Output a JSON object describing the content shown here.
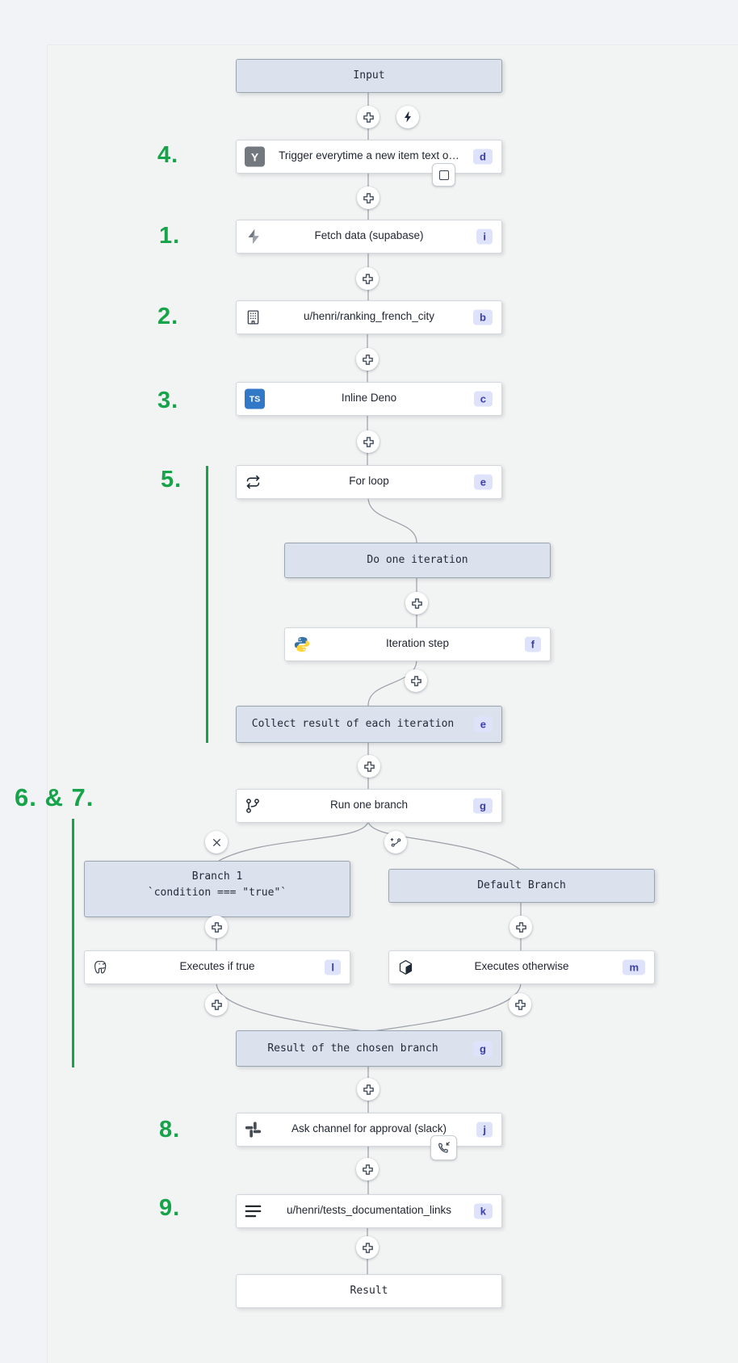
{
  "colors": {
    "accent_green": "#16a34a",
    "badge_bg": "#dee2fb",
    "badge_text": "#3b3fa8",
    "steel_fill": "#dce2ed",
    "typescript_blue": "#3178c6"
  },
  "annotations": {
    "step4": "4.",
    "step1": "1.",
    "step2": "2.",
    "step3": "3.",
    "step5": "5.",
    "step6_7": "6. & 7.",
    "step8": "8.",
    "step9": "9."
  },
  "flow": {
    "input_label": "Input",
    "result_label": "Result",
    "nodes": {
      "trigger": {
        "label": "Trigger everytime a new item text o…",
        "badge": "d",
        "icon_text": "Y"
      },
      "fetch": {
        "label": "Fetch data (supabase)",
        "badge": "i"
      },
      "ranking": {
        "label": "u/henri/ranking_french_city",
        "badge": "b"
      },
      "inline_deno": {
        "label": "Inline Deno",
        "badge": "c",
        "icon_text": "TS"
      },
      "for_loop": {
        "label": "For loop",
        "badge": "e"
      },
      "do_one_iteration": {
        "label": "Do one iteration"
      },
      "iteration_step": {
        "label": "Iteration step",
        "badge": "f"
      },
      "collect": {
        "label": "Collect result of each iteration",
        "badge": "e"
      },
      "run_one_branch": {
        "label": "Run one branch",
        "badge": "g"
      },
      "branch1": {
        "title": "Branch 1",
        "subtitle": "`condition === \"true\"`"
      },
      "default_branch": {
        "label": "Default Branch"
      },
      "executes_if_true": {
        "label": "Executes if true",
        "badge": "l"
      },
      "executes_otherwise": {
        "label": "Executes otherwise",
        "badge": "m"
      },
      "result_chosen": {
        "label": "Result of the chosen branch",
        "badge": "g"
      },
      "ask_approval": {
        "label": "Ask channel for approval (slack)",
        "badge": "j"
      },
      "tests_doc": {
        "label": "u/henri/tests_documentation_links",
        "badge": "k"
      }
    }
  }
}
